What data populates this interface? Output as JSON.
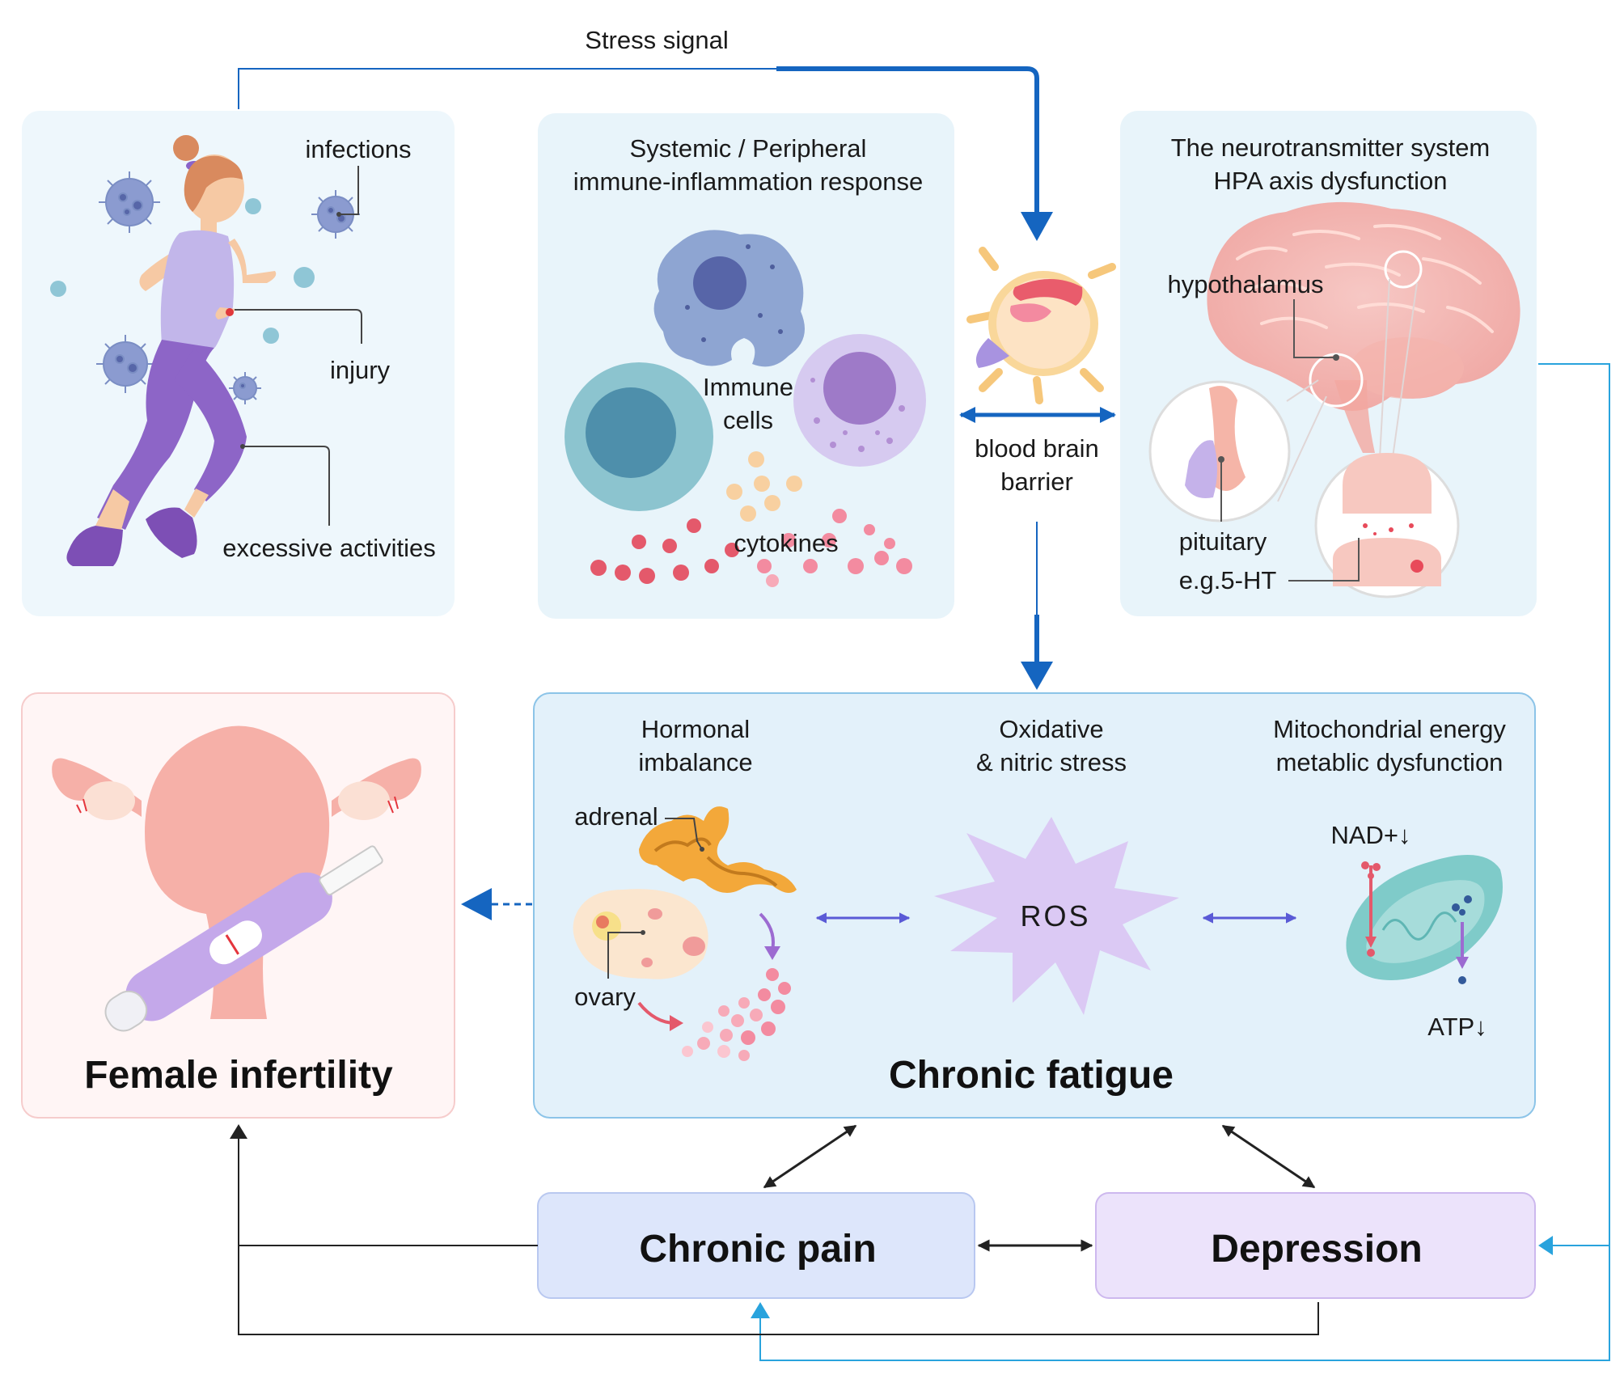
{
  "colors": {
    "flow_blue": "#1565c0",
    "light_blue": "#29a3dd",
    "dark_arrow": "#222222",
    "purple_arrow": "#5a5ad6",
    "panel_blue": "#eef7fc",
    "panel_pink": "#fff5f5",
    "chronic_pain_fill": "#dde6fb",
    "depression_fill": "#ece3fb"
  },
  "icons": [
    "virus-icon",
    "runner-figure",
    "macrophage-icon",
    "lymphocyte-icon",
    "granulocyte-icon",
    "blood-brain-barrier-icon",
    "brain-icon",
    "uterus-icon",
    "pregnancy-test-icon",
    "adrenal-icon",
    "ovary-icon",
    "ros-star",
    "mitochondrion-icon"
  ],
  "top_arrow": {
    "label": "Stress signal"
  },
  "triggers": {
    "infections": "infections",
    "injury": "injury",
    "excessive": "excessive activities"
  },
  "immune_panel": {
    "title_line1": "Systemic / Peripheral",
    "title_line2": "immune-inflammation response",
    "cells_line1": "Immune",
    "cells_line2": "cells",
    "cytokines": "cytokines"
  },
  "bbb": {
    "line1": "blood brain",
    "line2": "barrier"
  },
  "neuro_panel": {
    "title_line1": "The neurotransmitter system",
    "title_line2": "HPA axis dysfunction",
    "hypothalamus": "hypothalamus",
    "pituitary": "pituitary",
    "serotonin": "e.g.5-HT"
  },
  "fatigue_panel": {
    "hormonal_line1": "Hormonal",
    "hormonal_line2": "imbalance",
    "oxidative_line1": "Oxidative",
    "oxidative_line2": "& nitric stress",
    "mito_line1": "Mitochondrial energy",
    "mito_line2": "metablic dysfunction",
    "adrenal": "adrenal",
    "ovary": "ovary",
    "ros": "ROS",
    "nad": "NAD+↓",
    "atp": "ATP↓",
    "title": "Chronic fatigue"
  },
  "infertility": {
    "title": "Female infertility"
  },
  "pain": {
    "title": "Chronic pain"
  },
  "depression": {
    "title": "Depression"
  }
}
